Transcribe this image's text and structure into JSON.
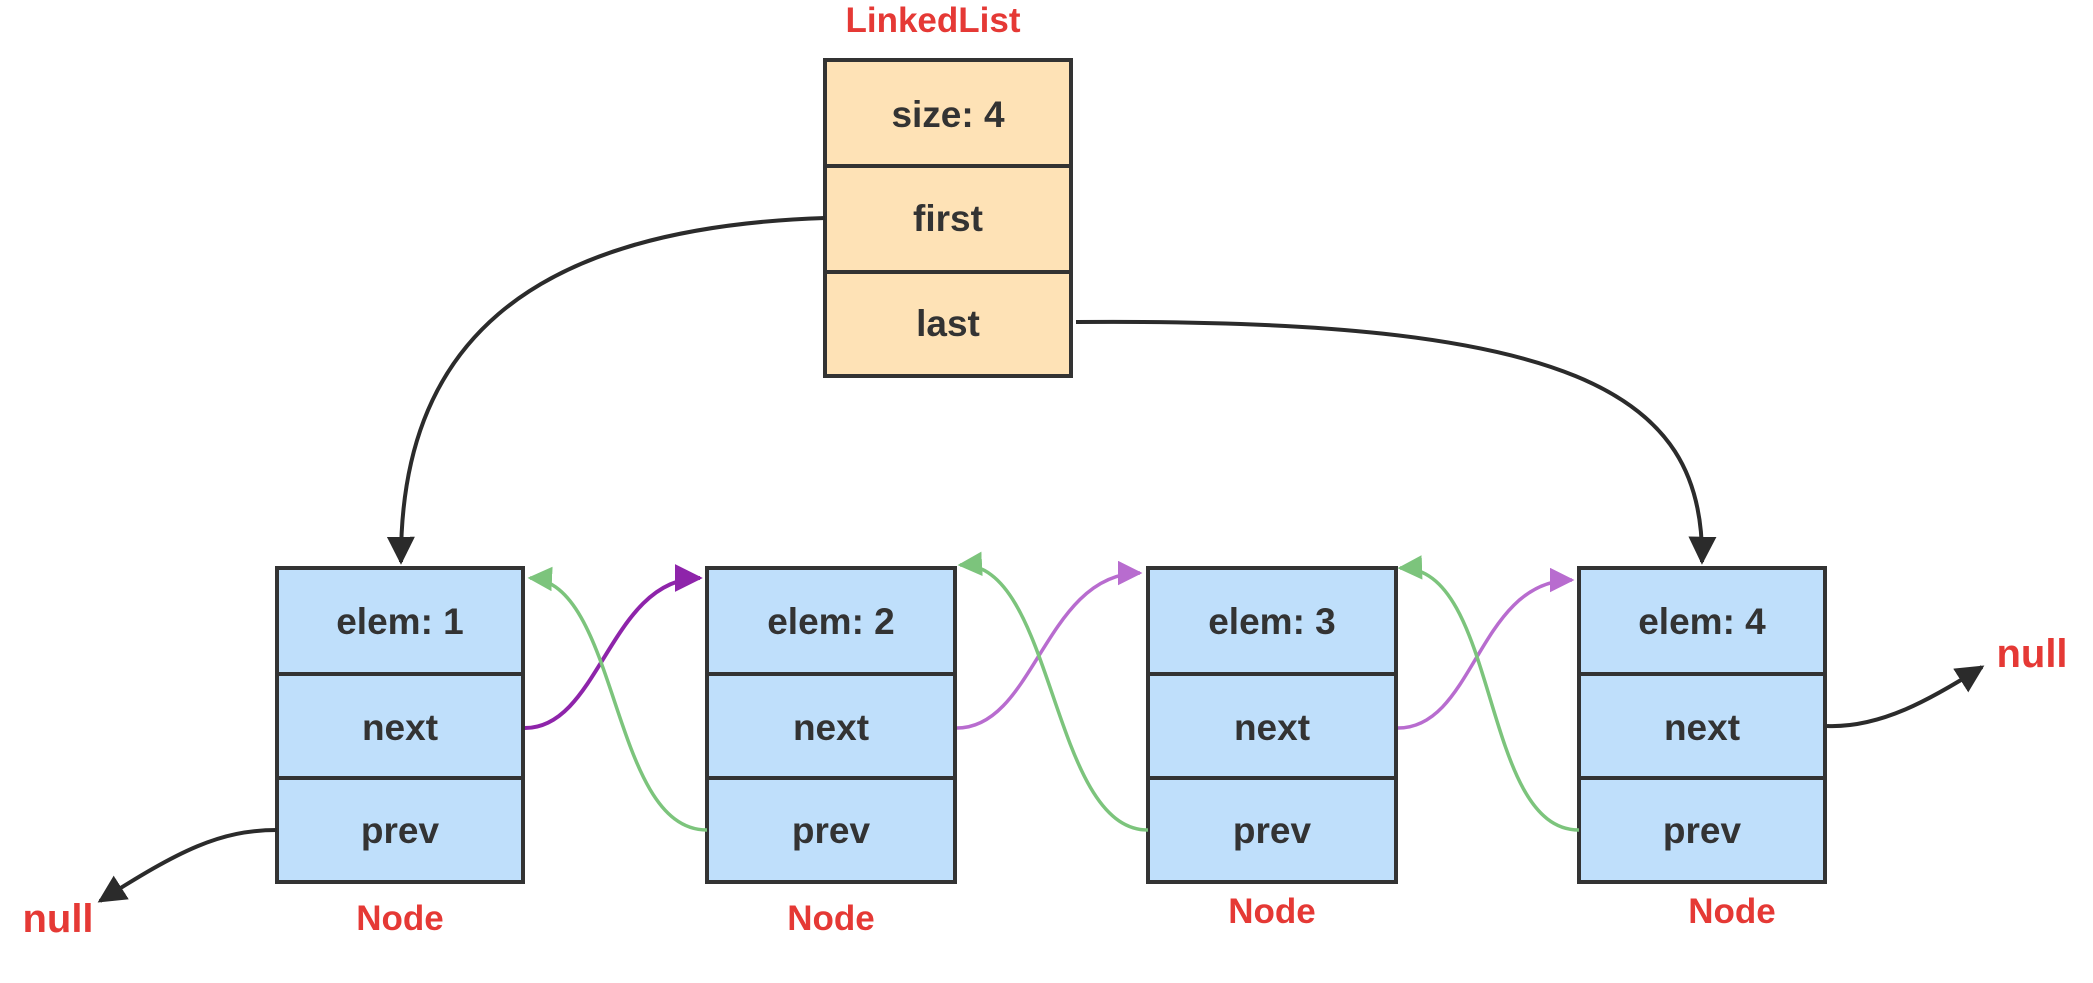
{
  "linked_list": {
    "title": "LinkedList",
    "fields": [
      "size: 4",
      "first",
      "last"
    ]
  },
  "nodes": [
    {
      "elem": "elem: 1",
      "next": "next",
      "prev": "prev",
      "label": "Node"
    },
    {
      "elem": "elem: 2",
      "next": "next",
      "prev": "prev",
      "label": "Node"
    },
    {
      "elem": "elem: 3",
      "next": "next",
      "prev": "prev",
      "label": "Node"
    },
    {
      "elem": "elem: 4",
      "next": "next",
      "prev": "prev",
      "label": "Node"
    }
  ],
  "null_left": "null",
  "null_right": "null",
  "colors": {
    "list_fill": "#fee2b6",
    "node_fill": "#bfdffb",
    "label_red": "#e53935",
    "next_arrow_first": "#8e24aa",
    "next_arrow": "#b86ccf",
    "prev_arrow": "#7cc47c",
    "border": "#333333"
  }
}
